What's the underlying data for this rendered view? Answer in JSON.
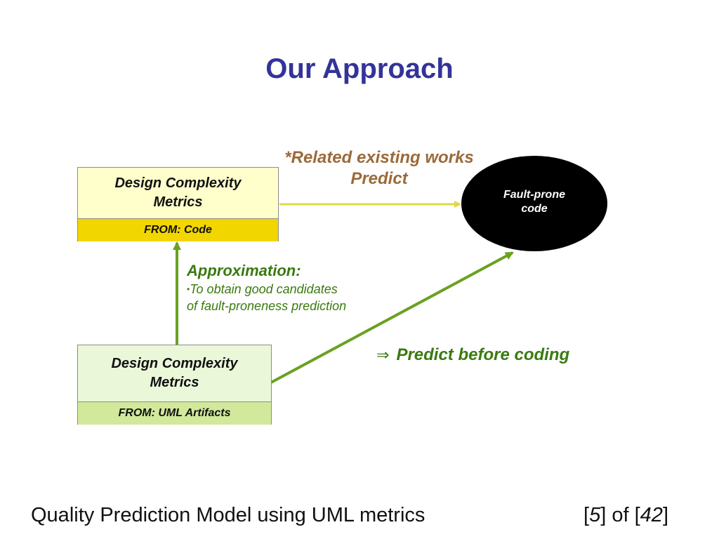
{
  "title": "Our Approach",
  "related": {
    "line1": "*Related existing works",
    "line2": "Predict"
  },
  "box_code": {
    "line1": "Design Complexity",
    "line2": "Metrics",
    "source": "FROM: Code"
  },
  "box_uml": {
    "line1": "Design Complexity",
    "line2": "Metrics",
    "source": "FROM: UML Artifacts"
  },
  "target": {
    "line1": "Fault-prone",
    "line2": "code"
  },
  "approximation": {
    "heading": "Approximation:",
    "bullet": "•",
    "line1": "To obtain good candidates",
    "line2": "of fault-proneness prediction"
  },
  "conclusion": {
    "symbol": "⇒",
    "text": "Predict before coding"
  },
  "footer": {
    "text": "Quality Prediction Model using UML metrics",
    "page_current": "5",
    "page_total": "42",
    "bracket_open": "[",
    "bracket_close": "]",
    "of": " of "
  },
  "colors": {
    "title": "#333399",
    "related_label": "#9b6a3a",
    "green": "#3a7a10",
    "arrow_yellow": "#e0d840",
    "arrow_green": "#6aa121"
  }
}
